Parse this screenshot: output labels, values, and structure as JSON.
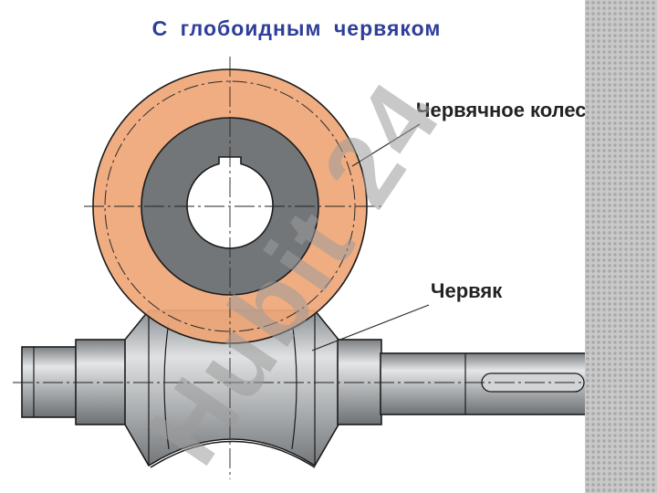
{
  "title": "С  глобоидным  червяком",
  "labels": {
    "wheel": "Червячное колесо",
    "worm": "Червяк"
  },
  "watermark": "Hubit 24",
  "colors": {
    "title": "#2e3e9a",
    "wheel_rim": "#efa778",
    "wheel_hub": "#727679",
    "worm_body": "#b0b3b5",
    "watermark": "#9a9a9a",
    "background": "#ffffff"
  }
}
